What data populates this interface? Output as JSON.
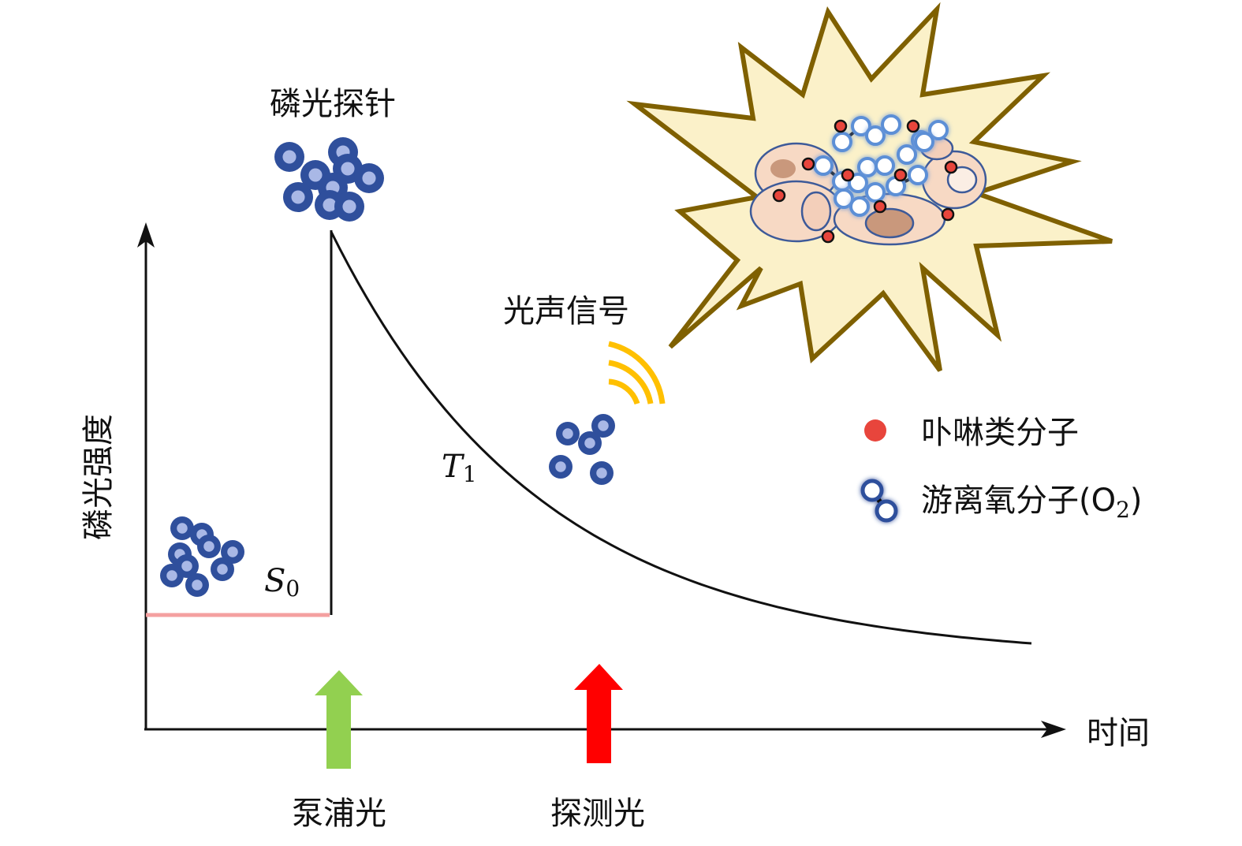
{
  "labels": {
    "y_axis": "磷光强度",
    "x_axis": "时间",
    "probe": "磷光探针",
    "pa_signal": "光声信号",
    "pump": "泵浦光",
    "detect": "探测光",
    "ground_state": "S",
    "ground_state_sub": "0",
    "triplet_state": "T",
    "triplet_state_sub": "1"
  },
  "legend": {
    "porphyrin": "卟啉类分子",
    "oxygen": "游离氧分子(O",
    "oxygen_sub": "2",
    "oxygen_close": ")"
  },
  "colors": {
    "molecule_fill": "#2f4f9c",
    "molecule_light": "#a9b8e6",
    "porphyrin_red": "#e8453c",
    "pump_arrow": "#92d050",
    "detect_arrow": "#ff0000",
    "baseline": "#f4a0a0",
    "burst_fill": "#fbf1c9",
    "burst_stroke": "#7f6000",
    "signal_waves": "#ffc000",
    "cell_fill": "#f7d9c4"
  },
  "icons": {
    "probe_cluster": "dense-molecule-cluster",
    "ground_cluster": "molecule-cluster",
    "emitting_cluster": "small-molecule-cluster",
    "burst": "explosion-burst",
    "waves": "signal-waves-icon"
  }
}
